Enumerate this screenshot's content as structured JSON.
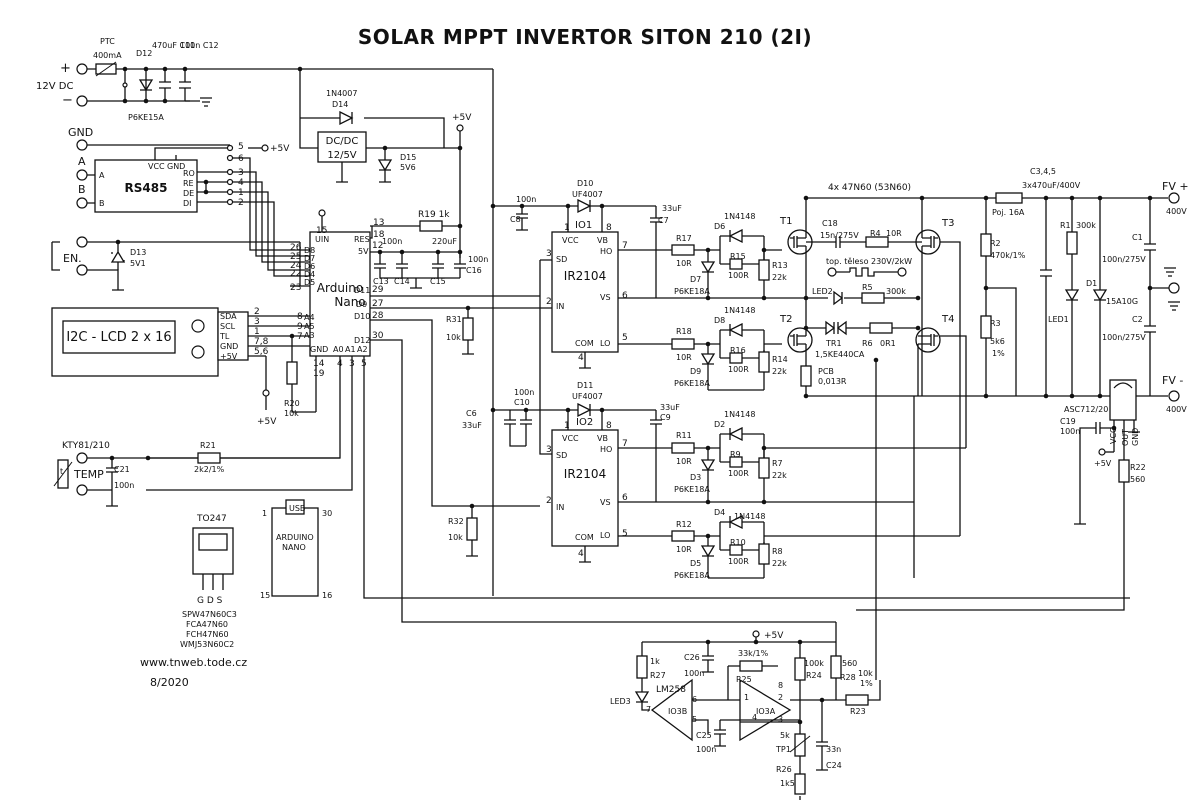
{
  "title": "SOLAR MPPT INVERTOR SITON 210 (2I)",
  "footer": {
    "web": "www.tnweb.tode.cz",
    "date": "8/2020"
  },
  "power_in": {
    "plus": "+",
    "minus": "−",
    "label": "12V DC",
    "ptc": "PTC",
    "ptc_val": "400mA",
    "d12": "D12",
    "d12_val": "P6KE15A",
    "c11": "470uF C11",
    "c12": "100n C12"
  },
  "dcdc": {
    "d14": "D14",
    "d14_val": "1N4007",
    "box1": "DC/DC",
    "box2": "12/5V",
    "d15": "D15",
    "d15_val": "5V6",
    "plus5v": "+5V"
  },
  "rs485": {
    "label": "RS485",
    "vcc": "VCC",
    "gnd": "GND",
    "a": "A",
    "b": "B",
    "ro": "RO",
    "re": "RE",
    "de": "DE",
    "di": "DI",
    "gnd_term": "GND",
    "a_term": "A",
    "b_term": "B",
    "p5": "5",
    "p6": "6",
    "p3": "3",
    "p4": "4",
    "p1": "1",
    "p2": "2",
    "plus5v": "+5V"
  },
  "enable": {
    "label": "EN.",
    "d13": "D13",
    "d13_val": "5V1"
  },
  "lcd": {
    "label": "I2C - LCD 2 x 16",
    "sda": "SDA",
    "scl": "SCL",
    "tl": "TL",
    "gnd": "GND",
    "p5v": "+5V",
    "n2": "2",
    "n3": "3",
    "n1": "1",
    "n78": "7,8",
    "n56": "5,6",
    "r20": "R20",
    "r20_val": "10k",
    "plus5v": "+5V"
  },
  "arduino": {
    "name1": "Arduino",
    "name2": "Nano",
    "uin": "UIN",
    "d8": "D8",
    "d7": "D7",
    "d6": "D6",
    "d4": "D4",
    "d5": "D5",
    "a4": "A4",
    "a5": "A5",
    "a3": "A3",
    "gnd": "GND",
    "a0": "A0",
    "a1": "A1",
    "a2": "A2",
    "d11": "D11",
    "d9": "D9",
    "d10": "D10",
    "d12": "D12",
    "res": "RES",
    "v5": "5V",
    "n15": "15",
    "n26": "26",
    "n25": "25",
    "n24": "24",
    "n22": "22",
    "n23": "23",
    "n8": "8",
    "n9": "9",
    "n7": "7",
    "n14": "14",
    "n19": "19",
    "n4": "4",
    "n3": "3",
    "n5": "5",
    "n13": "13",
    "n18": "18",
    "n12": "12",
    "n29": "29",
    "n27": "27",
    "n28": "28",
    "n30": "30",
    "n4b": "4"
  },
  "decoupling": {
    "r19": "R19 1k",
    "c100n": "100n",
    "c220u": "220uF",
    "c100n2": "100n",
    "c13": "C13",
    "c14": "C14",
    "c15": "C15",
    "c16": "C16",
    "r31": "R31",
    "r31_val": "10k",
    "r32": "R32",
    "r32_val": "10k"
  },
  "temp": {
    "kty": "KTY81/210",
    "label": "TEMP",
    "t": "t",
    "r21": "R21",
    "r21_val": "2k2/1%",
    "c21": "C21",
    "c21_val": "100n"
  },
  "to247": {
    "title": "TO247",
    "pins": "G D S",
    "p1": "SPW47N60C3",
    "p2": "FCA47N60",
    "p3": "FCH47N60",
    "p4": "WMJ53N60C2"
  },
  "nano_pkg": {
    "usb": "USB",
    "l1": "ARDUINO",
    "l2": "NANO",
    "n1": "1",
    "n30": "30",
    "n15": "15",
    "n16": "16"
  },
  "io1": {
    "name": "IO1",
    "chip": "IR2104",
    "vcc": "VCC",
    "vb": "VB",
    "sd": "SD",
    "in": "IN",
    "ho": "HO",
    "vs": "VS",
    "lo": "LO",
    "com": "COM",
    "p3": "3",
    "p8": "8",
    "p7": "7",
    "p2": "2",
    "p6": "6",
    "p5": "5",
    "p4": "4",
    "p1": "1",
    "d10": "D10",
    "d10_val": "UF4007",
    "c8": "C8",
    "c8_val": "100n",
    "c7": "C7",
    "c7_val": "33uF"
  },
  "io2": {
    "name": "IO2",
    "chip": "IR2104",
    "vcc": "VCC",
    "vb": "VB",
    "sd": "SD",
    "in": "IN",
    "ho": "HO",
    "vs": "VS",
    "lo": "LO",
    "com": "COM",
    "p3": "3",
    "p8": "8",
    "p7": "7",
    "p2": "2",
    "p6": "6",
    "p5": "5",
    "p4": "4",
    "p1": "1",
    "d11": "D11",
    "d11_val": "UF4007",
    "c10": "C10",
    "c10_val": "100n",
    "c9": "C9",
    "c9_val": "33uF",
    "c6": "C6",
    "c6_val": "33uF"
  },
  "gates": {
    "r17": "R17",
    "r17_val": "10R",
    "d6": "D6",
    "d6_val": "1N4148",
    "r15": "R15",
    "r15_val": "100R",
    "d7": "D7",
    "d7_val": "P6KE18A",
    "r13": "R13",
    "r13_val": "22k",
    "r18": "R18",
    "r18_val": "10R",
    "d8": "D8",
    "d8_val": "1N4148",
    "r16": "R16",
    "r16_val": "100R",
    "d9": "D9",
    "d9_val": "P6KE18A",
    "r14": "R14",
    "r14_val": "22k",
    "r11": "R11",
    "r11_val": "10R",
    "d2": "D2",
    "d2_val": "1N4148",
    "r9": "R9",
    "r9_val": "100R",
    "d3": "D3",
    "d3_val": "P6KE18A",
    "r7": "R7",
    "r7_val": "22k",
    "r12": "R12",
    "r12_val": "10R",
    "d4": "D4",
    "d4_val": "1N4148",
    "r10": "R10",
    "r10_val": "100R",
    "d5": "D5",
    "d5_val": "P6KE18A",
    "r8": "R8",
    "r8_val": "22k"
  },
  "bridge": {
    "mosfets": "4x 47N60 (53N60)",
    "t1": "T1",
    "t2": "T2",
    "t3": "T3",
    "t4": "T4",
    "c18": "C18",
    "c18_val": "15n/275V",
    "r4": "R4",
    "r4_val": "10R",
    "heater": "top. těleso 230V/2kW",
    "led2": "LED2",
    "r5": "R5",
    "r5_val": "300k",
    "tr1": "TR1",
    "tr1_val": "1,5KE440CA",
    "r6": "R6",
    "r6_val": "0R1",
    "pcb": "PCB",
    "pcb_val": "0,013R"
  },
  "output": {
    "poj": "Poj. 16A",
    "c345": "C3,4,5",
    "c345_val": "3x470uF/400V",
    "r2": "R2",
    "r2_val": "470k/1%",
    "r3": "R3",
    "r3_val": "5k6",
    "r3_tol": "1%",
    "r1": "R1",
    "r1_val": "300k",
    "led1": "LED1",
    "d1": "D1",
    "d1_val": "15A10G",
    "c1": "C1",
    "c1_val": "100n/275V",
    "c2": "C2",
    "c2_val": "100n/275V",
    "fv_plus": "FV +",
    "fv_plus_v": "400V",
    "fv_minus": "FV -",
    "fv_minus_v": "400V"
  },
  "current": {
    "asc": "ASC712/20",
    "vcc": "VCC",
    "out": "OUT",
    "gnd": "GND",
    "c19": "C19",
    "c19_val": "100n",
    "plus5v": "+5V",
    "r22": "R22",
    "r22_val": "560"
  },
  "opamp": {
    "plus5v": "+5V",
    "r27": "R27",
    "r27_val": "1k",
    "c26": "C26",
    "c26_val": "100n",
    "r25": "R25",
    "r25_val": "33k/1%",
    "r24": "R24",
    "r24_val": "100k",
    "r28": "R28",
    "r28_val": "560",
    "r23": "R23",
    "r23_val": "10k",
    "r23_tol": "1%",
    "lm": "LM258",
    "io3b": "IO3B",
    "io3a": "IO3A",
    "led3": "LED3",
    "c25": "C25",
    "c25_val": "100n",
    "tp1": "TP1",
    "tp1_val": "5k",
    "r26": "R26",
    "r26_val": "1k5",
    "c24": "C24",
    "c24_val": "33n",
    "p6": "6",
    "p7": "7",
    "p5": "5",
    "p8": "8",
    "p1": "1",
    "p2": "2",
    "p3": "3",
    "p4": "4"
  }
}
